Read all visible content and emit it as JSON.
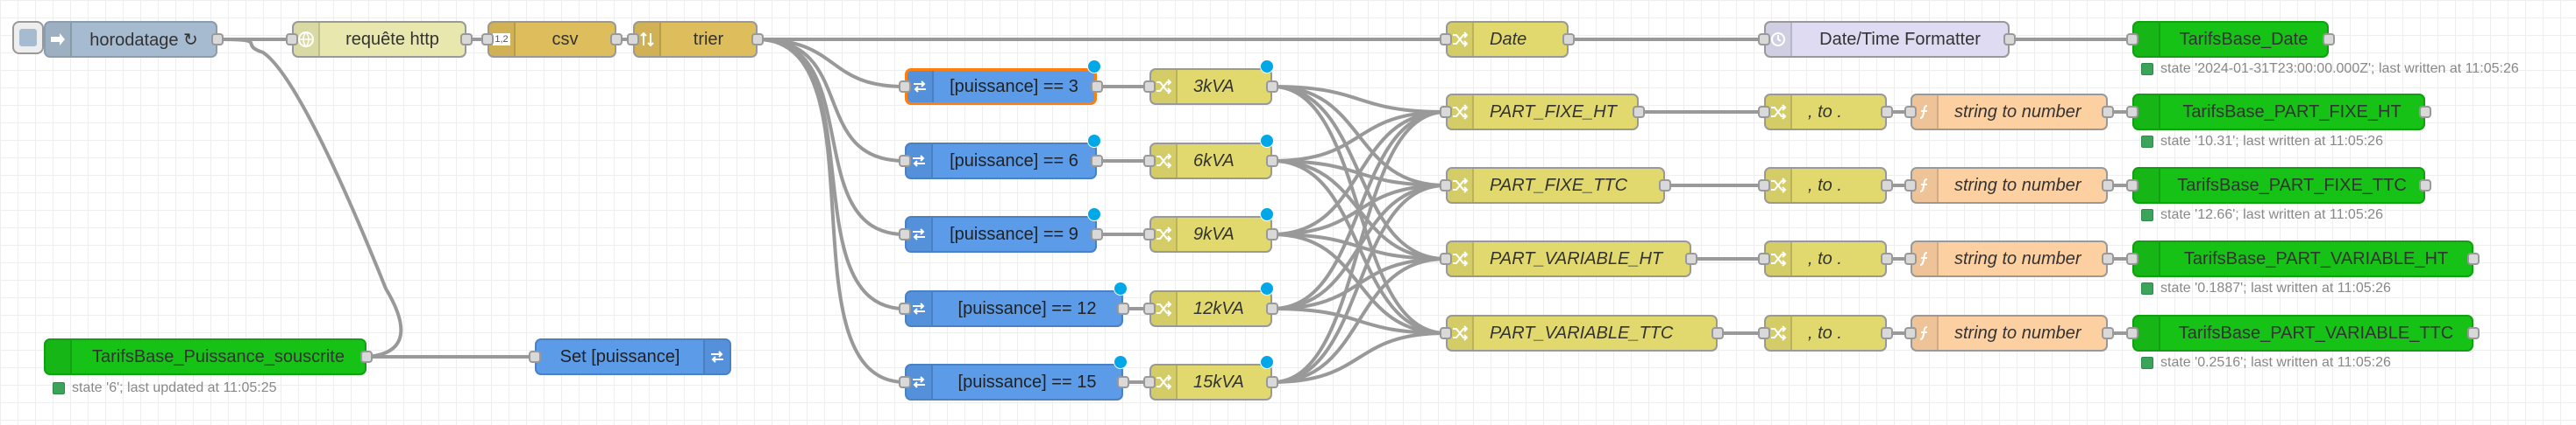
{
  "flow": {
    "inject": {
      "label": "horodatage ↻"
    },
    "http": {
      "label": "requête http"
    },
    "csv": {
      "label": "csv",
      "icon_text": "1,2"
    },
    "sort": {
      "label": "trier"
    },
    "date_change": {
      "label": "Date"
    },
    "date_formatter": {
      "label": "Date/Time Formatter"
    },
    "switches": [
      {
        "label": "[puissance] == 3"
      },
      {
        "label": "[puissance] == 6"
      },
      {
        "label": "[puissance] == 9"
      },
      {
        "label": "[puissance] == 12"
      },
      {
        "label": "[puissance] == 15"
      }
    ],
    "kva_changes": [
      {
        "label": "3kVA"
      },
      {
        "label": "6kVA"
      },
      {
        "label": "9kVA"
      },
      {
        "label": "12kVA"
      },
      {
        "label": "15kVA"
      }
    ],
    "part_changes": [
      {
        "label": "PART_FIXE_HT"
      },
      {
        "label": "PART_FIXE_TTC"
      },
      {
        "label": "PART_VARIABLE_HT"
      },
      {
        "label": "PART_VARIABLE_TTC"
      }
    ],
    "comma_changes": [
      {
        "label": ", to ."
      },
      {
        "label": ", to ."
      },
      {
        "label": ", to ."
      },
      {
        "label": ", to ."
      }
    ],
    "functions": [
      {
        "label": "string to number"
      },
      {
        "label": "string to number"
      },
      {
        "label": "string to number"
      },
      {
        "label": "string to number"
      }
    ],
    "ha_outputs": [
      {
        "label": "TarifsBase_Date",
        "status": "state '2024-01-31T23:00:00.000Z'; last written at 11:05:26"
      },
      {
        "label": "TarifsBase_PART_FIXE_HT",
        "status": "state '10.31'; last written at 11:05:26"
      },
      {
        "label": "TarifsBase_PART_FIXE_TTC",
        "status": "state '12.66'; last written at 11:05:26"
      },
      {
        "label": "TarifsBase_PART_VARIABLE_HT",
        "status": "state '0.1887'; last written at 11:05:26"
      },
      {
        "label": "TarifsBase_PART_VARIABLE_TTC",
        "status": "state '0.2516'; last written at 11:05:26"
      }
    ],
    "ha_input": {
      "label": "TarifsBase_Puissance_souscrite",
      "status": "state '6'; last updated at 11:05:25"
    },
    "set_puissance": {
      "label": "Set [puissance]"
    }
  },
  "colors": {
    "ha_green": "#17c217",
    "switch_blue": "#5b9be8",
    "change_yellow": "#e2d96e",
    "function_orange": "#fdd0a2",
    "formatter_lavender": "#dedbf2",
    "csv_mustard": "#debd5c",
    "http_khaki": "#e7e7ae",
    "inject_gray": "#a6bbcf",
    "wire": "#999999",
    "changed_dot": "#00a8e8",
    "status_green": "#3aa55a",
    "selected_orange": "#ff7f0e"
  },
  "icons": {
    "inject": "arrow-in-icon",
    "http": "globe-icon",
    "csv": "csv-icon",
    "sort": "sort-icon",
    "change": "shuffle-icon",
    "formatter": "clock-icon",
    "switch": "switch-icon",
    "function": "function-icon",
    "home_assistant": "home-assistant-icon"
  }
}
